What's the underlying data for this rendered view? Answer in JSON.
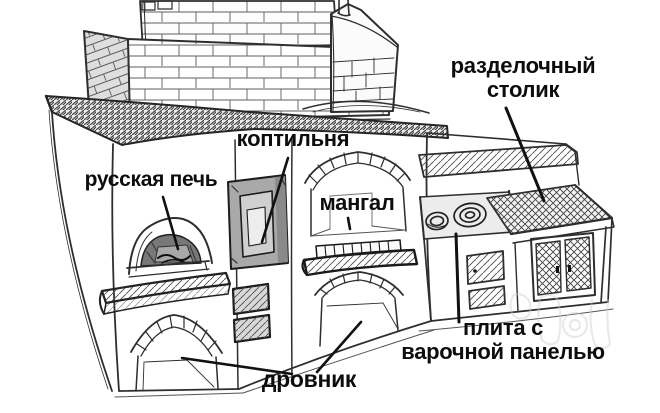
{
  "diagram": {
    "description_labels_language": "ru",
    "colors": {
      "background": "#ffffff",
      "ink": "#2e2e2e",
      "label": "#0d0d0d",
      "shade": "#a9a9a9"
    }
  },
  "labels": {
    "cutting_table": {
      "line1": "разделочный",
      "line2": "столик"
    },
    "smokehouse": {
      "text": "коптильня"
    },
    "russian_oven": {
      "text": "русская печь"
    },
    "mangal": {
      "text": "мангал"
    },
    "stove_panel": {
      "line1": "плита с",
      "line2": "варочной панелью"
    },
    "wood_storage": {
      "text": "дровник"
    }
  }
}
